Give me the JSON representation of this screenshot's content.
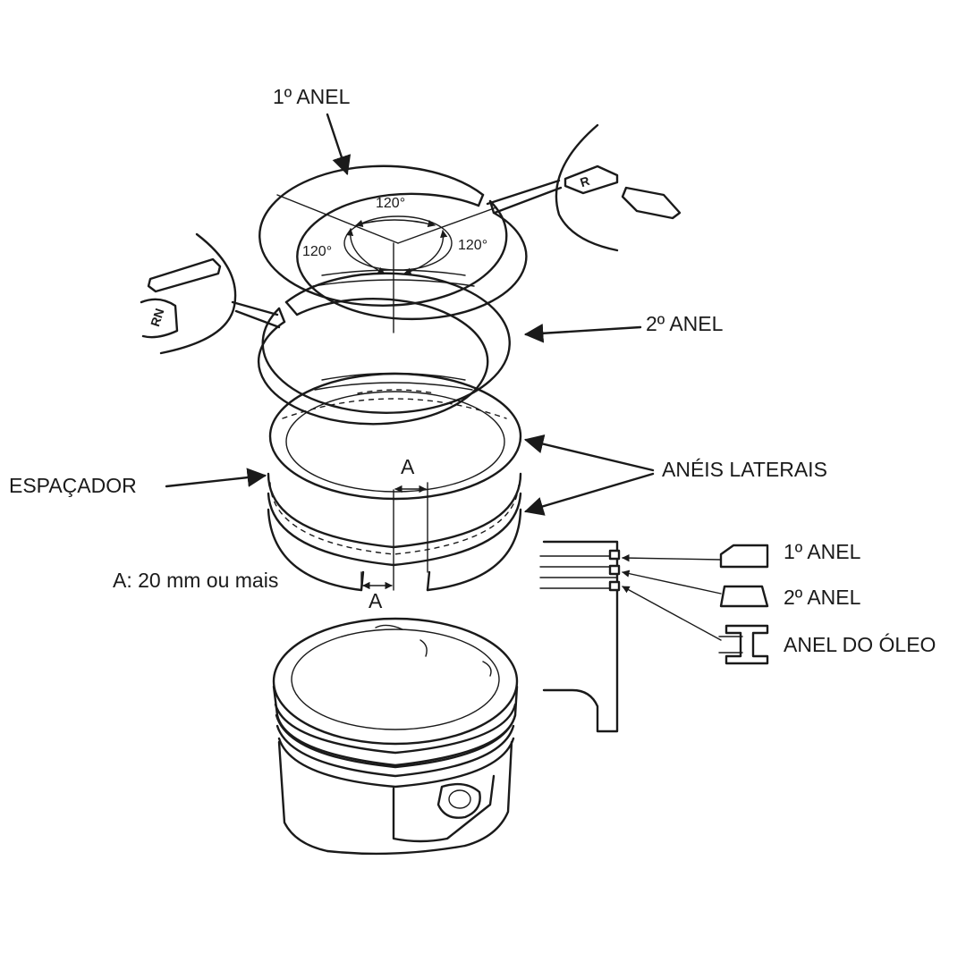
{
  "labels": {
    "first_ring_top": "1º ANEL",
    "second_ring": "2º ANEL",
    "spacer": "ESPAÇADOR",
    "side_rails": "ANÉIS LATERAIS",
    "gap_note": "A: 20 mm ou mais",
    "gap_marker_a": "A",
    "angle": "120°",
    "mark_top": "R",
    "mark_second": "RN",
    "profile_first": "1º ANEL",
    "profile_second": "2º ANEL",
    "profile_oil": "ANEL DO ÓLEO"
  },
  "icons": {
    "first_ring_section": "rectangle-bevel-icon",
    "second_ring_section": "trapezoid-icon",
    "oil_ring_section": "i-beam-icon"
  },
  "colors": {
    "line": "#1a1a1a",
    "background": "#ffffff"
  }
}
